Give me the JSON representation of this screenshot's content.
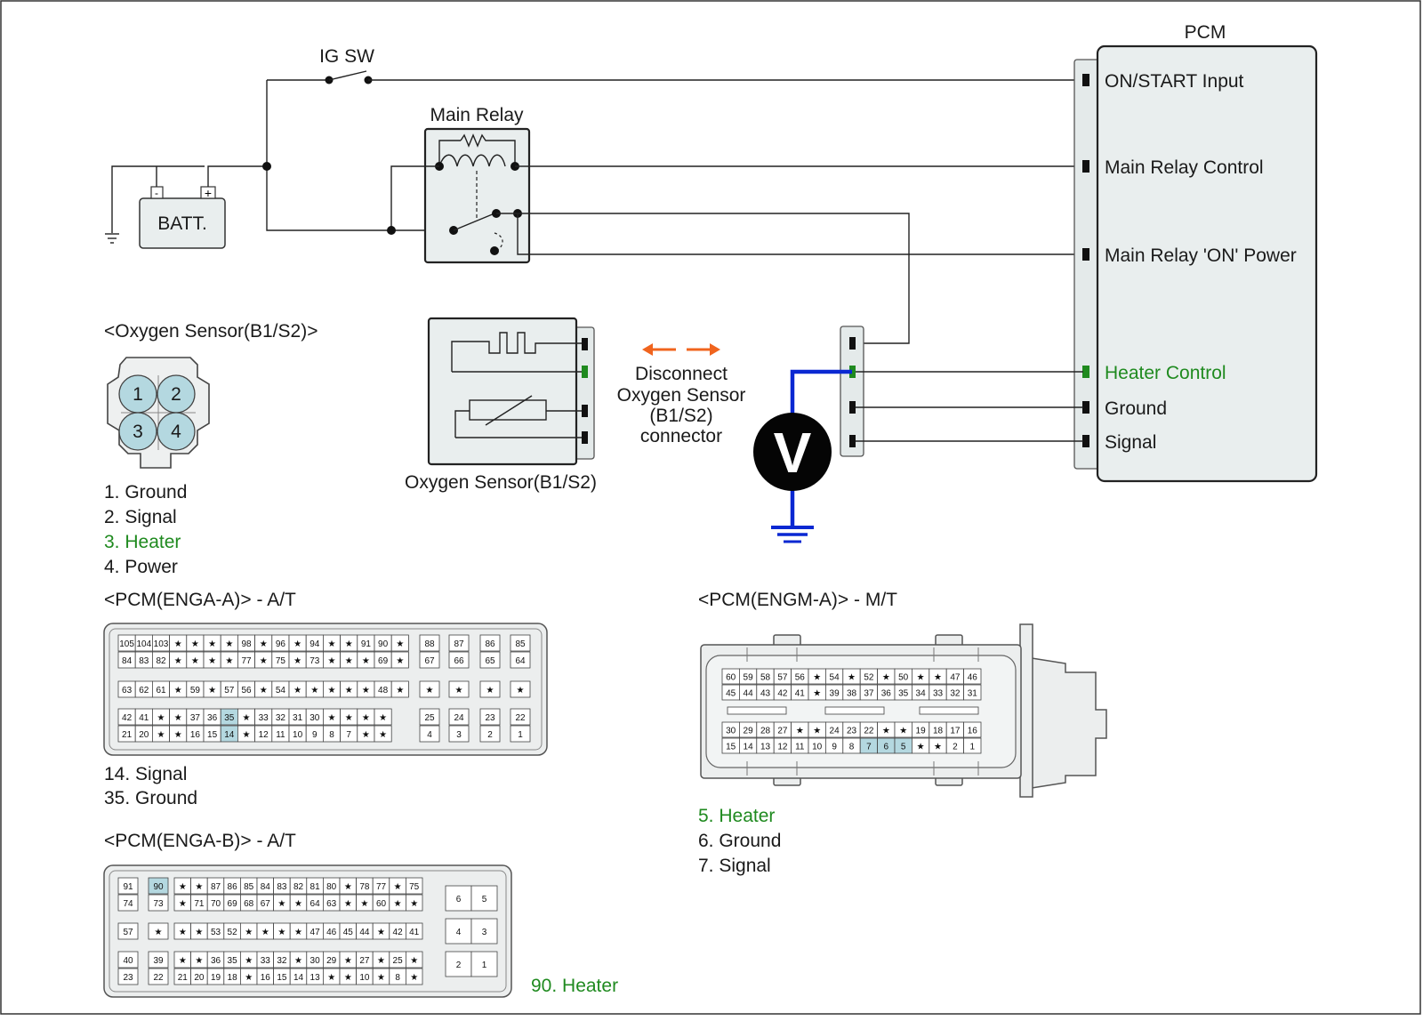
{
  "colors": {
    "heater_green": "#1f8a1f",
    "highlight_blue": "#b4d8e0",
    "meter_wire_blue": "#0a28d2",
    "arrow_orange": "#f0641e",
    "pcm_fill": "#e9eeee"
  },
  "circuit": {
    "ig_sw_label": "IG SW",
    "main_relay_label": "Main Relay",
    "battery_label": "BATT.",
    "battery_minus": "-",
    "battery_plus": "+",
    "pcm_label": "PCM",
    "pcm_pins": [
      {
        "label": "ON/START Input",
        "color": "black"
      },
      {
        "label": "Main Relay Control",
        "color": "black"
      },
      {
        "label": "Main Relay 'ON' Power",
        "color": "black"
      },
      {
        "label": "Heater Control",
        "color": "green"
      },
      {
        "label": "Ground",
        "color": "black"
      },
      {
        "label": "Signal",
        "color": "black"
      }
    ],
    "sensor_label": "Oxygen Sensor(B1/S2)",
    "disconnect_lines": [
      "Disconnect",
      "Oxygen Sensor",
      "(B1/S2)",
      "connector"
    ],
    "meter_symbol": "V"
  },
  "sensor_connector": {
    "title": "<Oxygen Sensor(B1/S2)>",
    "pins": [
      "1",
      "2",
      "3",
      "4"
    ],
    "legend": [
      {
        "text": "1. Ground",
        "color": "black"
      },
      {
        "text": "2. Signal",
        "color": "black"
      },
      {
        "text": "3. Heater",
        "color": "green"
      },
      {
        "text": "4. Power",
        "color": "black"
      }
    ]
  },
  "enga_a": {
    "title": "<PCM(ENGA-A)> - A/T",
    "main_rows": [
      [
        "105",
        "104",
        "103",
        "★",
        "★",
        "★",
        "★",
        "98",
        "★",
        "96",
        "★",
        "94",
        "★",
        "★",
        "91",
        "90",
        "★"
      ],
      [
        "84",
        "83",
        "82",
        "★",
        "★",
        "★",
        "★",
        "77",
        "★",
        "75",
        "★",
        "73",
        "★",
        "★",
        "★",
        "69",
        "★"
      ],
      [
        "63",
        "62",
        "61",
        "★",
        "59",
        "★",
        "57",
        "56",
        "★",
        "54",
        "★",
        "★",
        "★",
        "★",
        "★",
        "48",
        "★"
      ],
      [
        "42",
        "41",
        "★",
        "★",
        "37",
        "36",
        "35",
        "★",
        "33",
        "32",
        "31",
        "30",
        "★",
        "★",
        "★",
        "★"
      ],
      [
        "21",
        "20",
        "★",
        "★",
        "16",
        "15",
        "14",
        "★",
        "12",
        "11",
        "10",
        "9",
        "8",
        "7",
        "★",
        "★"
      ]
    ],
    "right_rows": [
      [
        "88",
        "87",
        "86",
        "85"
      ],
      [
        "67",
        "66",
        "65",
        "64"
      ],
      [
        "★",
        "★",
        "★",
        "★"
      ],
      [
        "25",
        "24",
        "23",
        "22"
      ],
      [
        "4",
        "3",
        "2",
        "1"
      ]
    ],
    "highlight": [
      "35",
      "14"
    ],
    "legend": [
      {
        "text": "14. Signal",
        "color": "black"
      },
      {
        "text": "35. Ground",
        "color": "black"
      }
    ]
  },
  "enga_b": {
    "title": "<PCM(ENGA-B)> - A/T",
    "left_col": [
      "91",
      "74",
      "57",
      "40",
      "23"
    ],
    "left_col2": [
      "90",
      "73",
      "★",
      "39",
      "22"
    ],
    "main_rows": [
      [
        "★",
        "★",
        "87",
        "86",
        "85",
        "84",
        "83",
        "82",
        "81",
        "80",
        "★",
        "78",
        "77",
        "★",
        "75"
      ],
      [
        "★",
        "71",
        "70",
        "69",
        "68",
        "67",
        "★",
        "★",
        "64",
        "63",
        "★",
        "★",
        "60",
        "★",
        "★"
      ],
      [
        "★",
        "★",
        "53",
        "52",
        "★",
        "★",
        "★",
        "★",
        "47",
        "46",
        "45",
        "44",
        "★",
        "42",
        "41"
      ],
      [
        "★",
        "★",
        "36",
        "35",
        "★",
        "33",
        "32",
        "★",
        "30",
        "29",
        "★",
        "27",
        "★",
        "25",
        "★"
      ],
      [
        "21",
        "20",
        "19",
        "18",
        "★",
        "16",
        "15",
        "14",
        "13",
        "★",
        "★",
        "10",
        "★",
        "8",
        "★"
      ]
    ],
    "right_pairs": [
      [
        "6",
        "5"
      ],
      [
        "4",
        "3"
      ],
      [
        "2",
        "1"
      ]
    ],
    "highlight": [
      "90"
    ],
    "legend": [
      {
        "text": "90. Heater",
        "color": "green"
      }
    ]
  },
  "engm_a": {
    "title": "<PCM(ENGM-A)> - M/T",
    "rows": [
      [
        "60",
        "59",
        "58",
        "57",
        "56",
        "★",
        "54",
        "★",
        "52",
        "★",
        "50",
        "★",
        "★",
        "47",
        "46"
      ],
      [
        "45",
        "44",
        "43",
        "42",
        "41",
        "★",
        "39",
        "38",
        "37",
        "36",
        "35",
        "34",
        "33",
        "32",
        "31"
      ],
      [
        "30",
        "29",
        "28",
        "27",
        "★",
        "★",
        "24",
        "23",
        "22",
        "★",
        "★",
        "19",
        "18",
        "17",
        "16"
      ],
      [
        "15",
        "14",
        "13",
        "12",
        "11",
        "10",
        "9",
        "8",
        "7",
        "6",
        "5",
        "★",
        "★",
        "2",
        "1"
      ]
    ],
    "highlight": [
      "7",
      "6",
      "5"
    ],
    "legend": [
      {
        "text": "5. Heater",
        "color": "green"
      },
      {
        "text": "6. Ground",
        "color": "black"
      },
      {
        "text": "7. Signal",
        "color": "black"
      }
    ]
  }
}
